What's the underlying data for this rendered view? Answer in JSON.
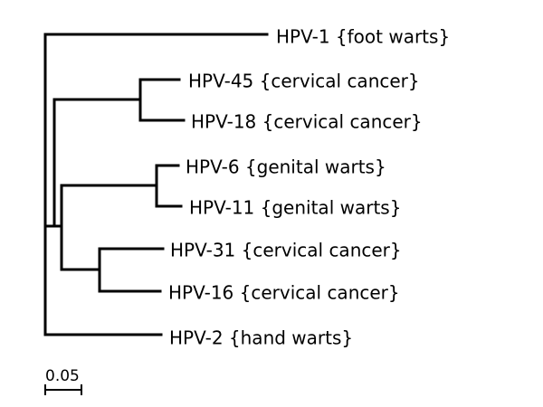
{
  "tree": {
    "leaves": [
      {
        "id": "hpv1",
        "label": "HPV-1  {foot warts}"
      },
      {
        "id": "hpv45",
        "label": "HPV-45  {cervical cancer}"
      },
      {
        "id": "hpv18",
        "label": "HPV-18  {cervical cancer}"
      },
      {
        "id": "hpv6",
        "label": "HPV-6  {genital warts}"
      },
      {
        "id": "hpv11",
        "label": "HPV-11  {genital warts}"
      },
      {
        "id": "hpv31",
        "label": "HPV-31  {cervical cancer}"
      },
      {
        "id": "hpv16",
        "label": "HPV-16  {cervical cancer}"
      },
      {
        "id": "hpv2",
        "label": "HPV-2  {hand warts}"
      }
    ],
    "scale_bar": {
      "label": "0.05"
    }
  },
  "colors": {
    "line": "#000000",
    "text": "#000000",
    "background": "#ffffff"
  }
}
